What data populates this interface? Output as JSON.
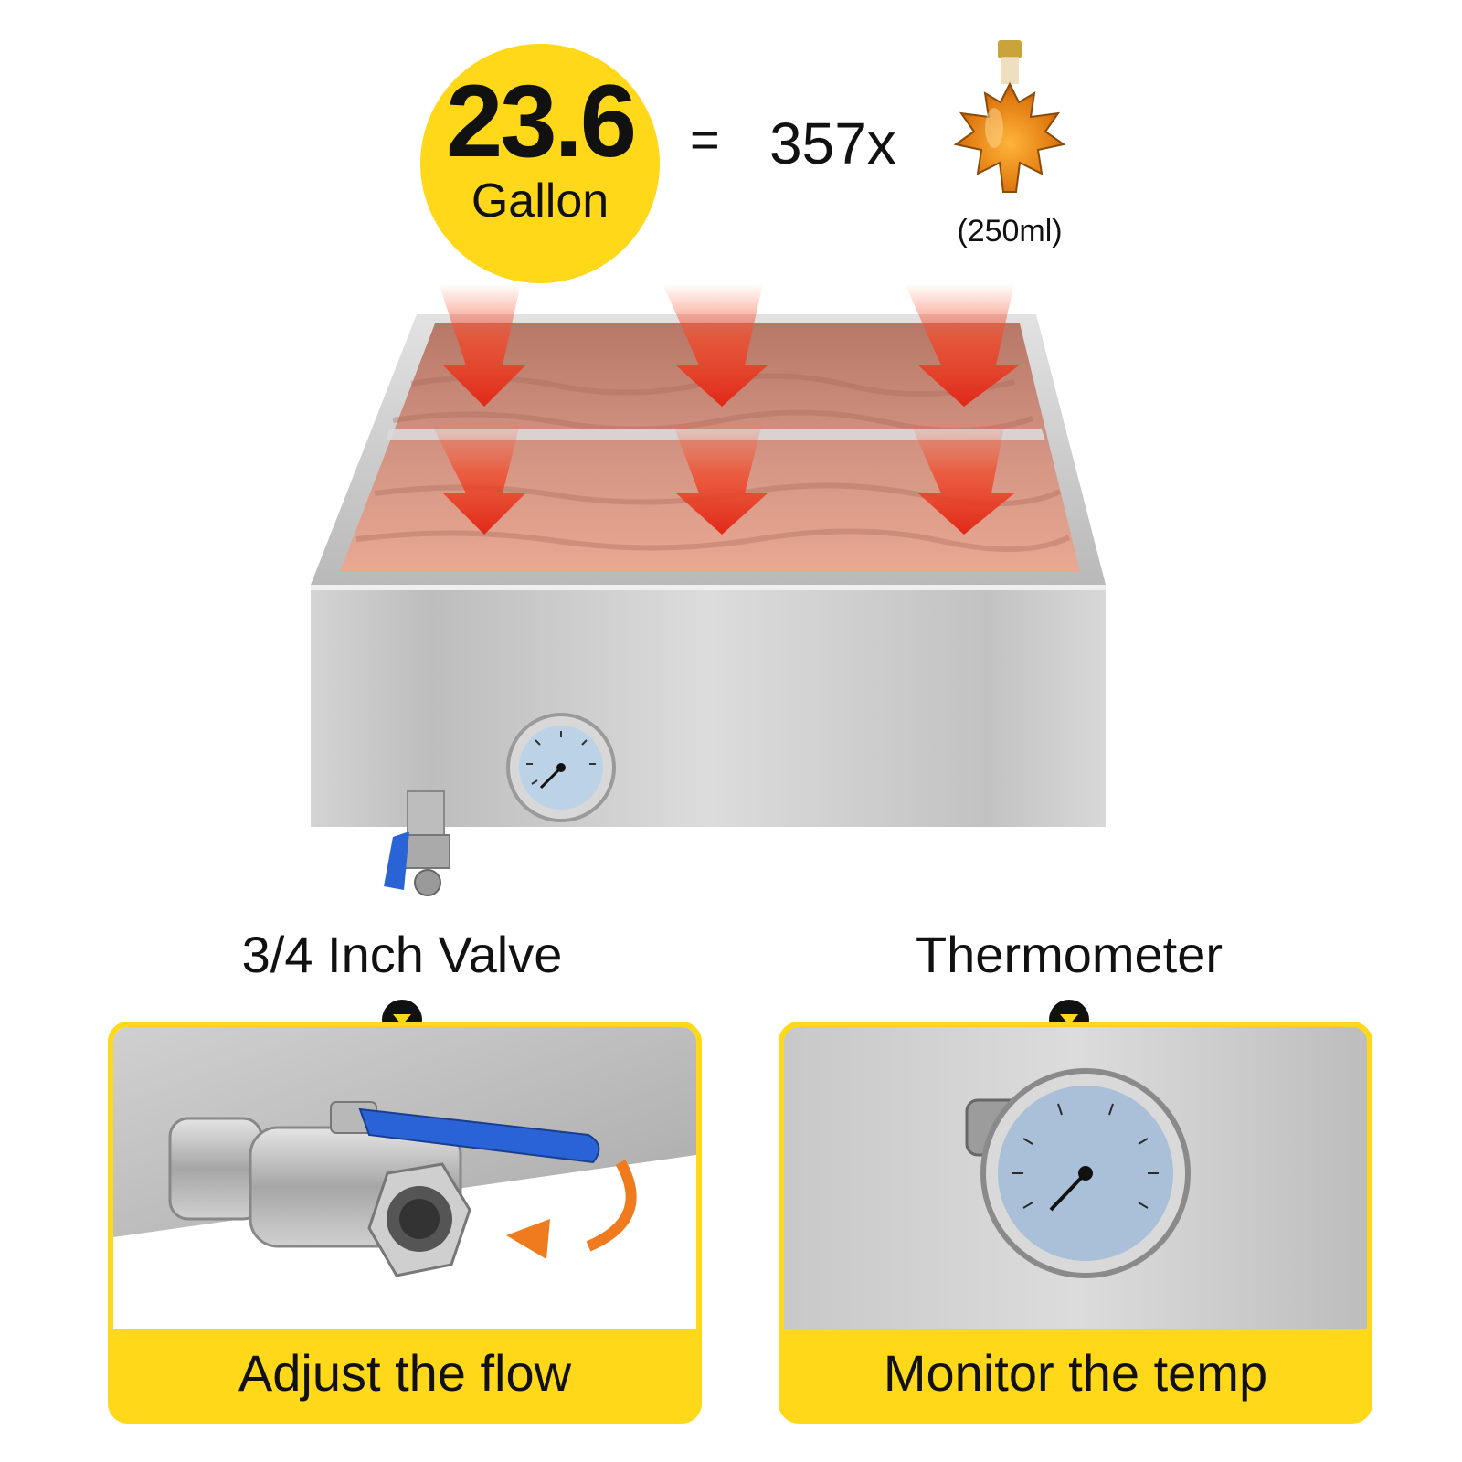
{
  "capacity": {
    "number": "23.6",
    "unit": "Gallon",
    "equals": "=",
    "count": "357x",
    "bottle_size": "(250ml)"
  },
  "features": {
    "valve": {
      "title": "3/4 Inch Valve",
      "caption": "Adjust the flow"
    },
    "thermometer": {
      "title": "Thermometer",
      "caption": "Monitor the temp"
    }
  },
  "colors": {
    "accent_yellow": "#ffd81a",
    "heat_red": "#e8321e",
    "steel": "#c9c9c9",
    "valve_handle_blue": "#2a63d6",
    "rotation_arrow_orange": "#f07a1e"
  },
  "icons": [
    "maple-syrup-bottle-icon",
    "heat-arrow-icon",
    "pointer-down-icon",
    "rotate-arrow-icon"
  ]
}
